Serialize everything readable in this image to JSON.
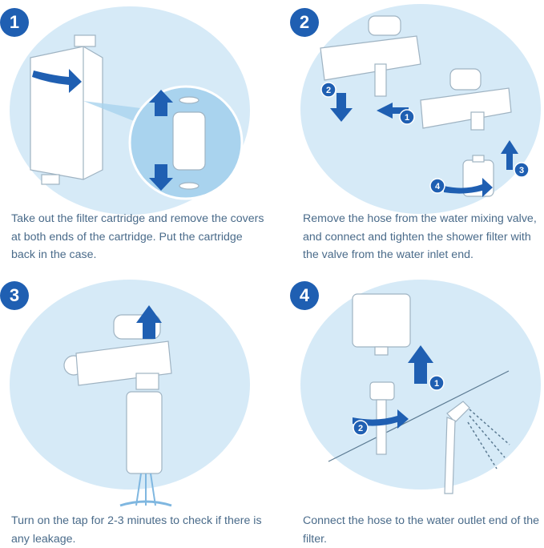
{
  "colors": {
    "accent": "#1f5fb2",
    "circle": "#d6eaf7",
    "text": "#4a6b8a"
  },
  "steps": [
    {
      "number": "1",
      "text": "Take out the filter cartridge and remove the covers at both ends of the cartridge. Put the cartridge back in the case."
    },
    {
      "number": "2",
      "text": "Remove the hose from the water mixing valve, and connect and tighten the shower filter with the valve from the water inlet end.",
      "markers": [
        "1",
        "2",
        "3",
        "4"
      ]
    },
    {
      "number": "3",
      "text": "Turn on the tap for 2-3 minutes to check if there is any leakage."
    },
    {
      "number": "4",
      "text": "Connect the hose to the water outlet end of the filter.",
      "markers": [
        "1",
        "2"
      ]
    }
  ]
}
